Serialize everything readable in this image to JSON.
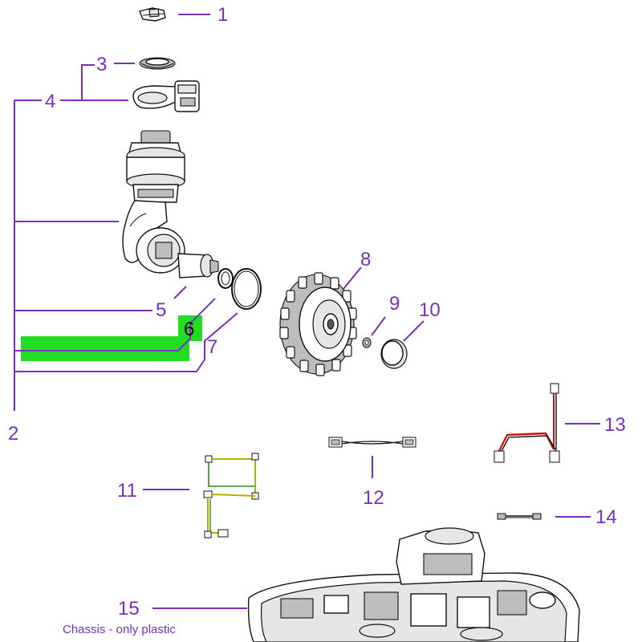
{
  "labels": {
    "l1": "1",
    "l2": "2",
    "l3": "3",
    "l4": "4",
    "l5": "5",
    "l6": "6",
    "l7": "7",
    "l8": "8",
    "l9": "9",
    "l10": "10",
    "l11": "11",
    "l12": "12",
    "l13": "13",
    "l14": "14",
    "l15": "15"
  },
  "caption15": "Chassis - only plastic",
  "colors": {
    "label": "#7B2FBE",
    "highlight": "#22DD22",
    "wire_red": "#D01010",
    "wire_yellow": "#B8B000",
    "wire_green": "#2A8A2A"
  }
}
